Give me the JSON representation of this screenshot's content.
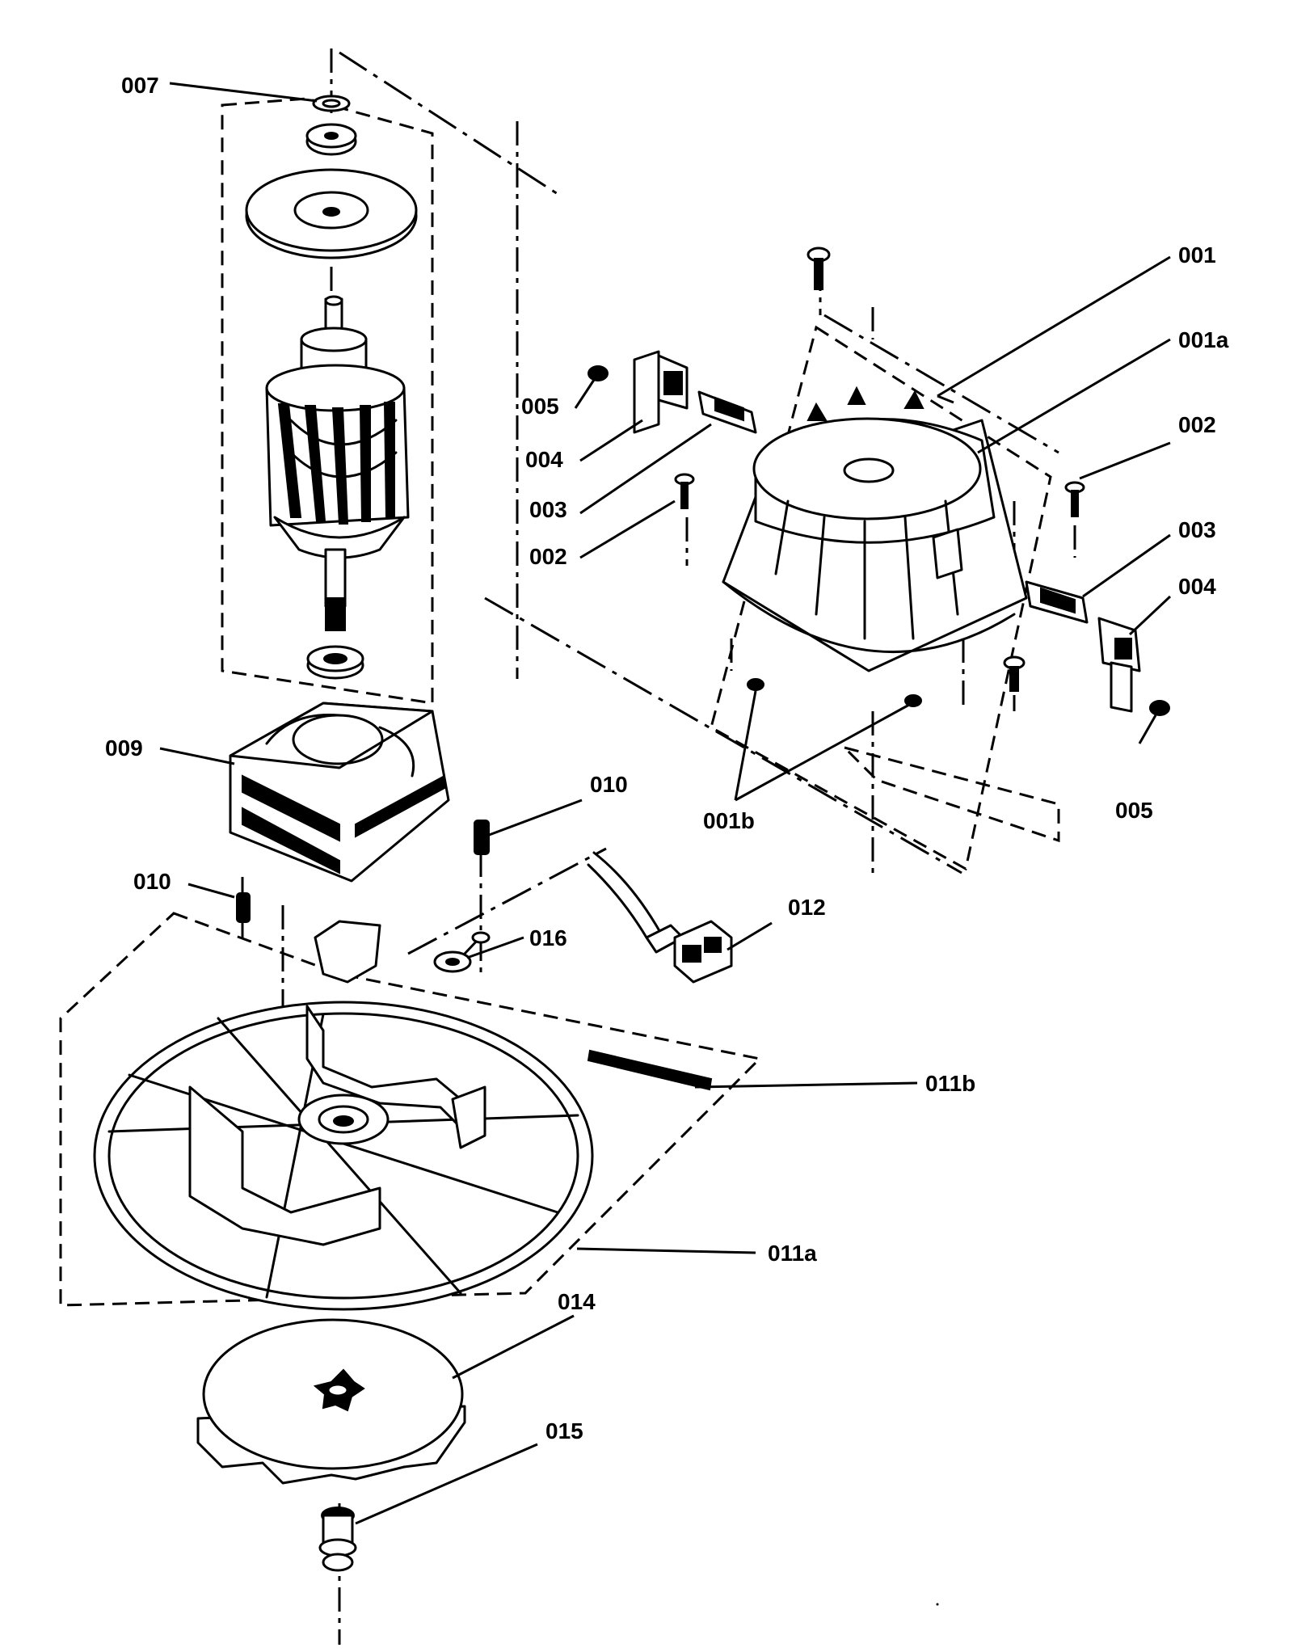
{
  "callouts": {
    "c007": "007",
    "c001": "001",
    "c001a": "001a",
    "c005_left": "005",
    "c004_left": "004",
    "c003_left": "003",
    "c002_left": "002",
    "c002_right": "002",
    "c003_right": "003",
    "c004_right": "004",
    "c005_right": "005",
    "c001b": "001b",
    "c009": "009",
    "c010_right": "010",
    "c010_left": "010",
    "c016": "016",
    "c012": "012",
    "c011b": "011b",
    "c011a": "011a",
    "c014": "014",
    "c015": "015"
  }
}
